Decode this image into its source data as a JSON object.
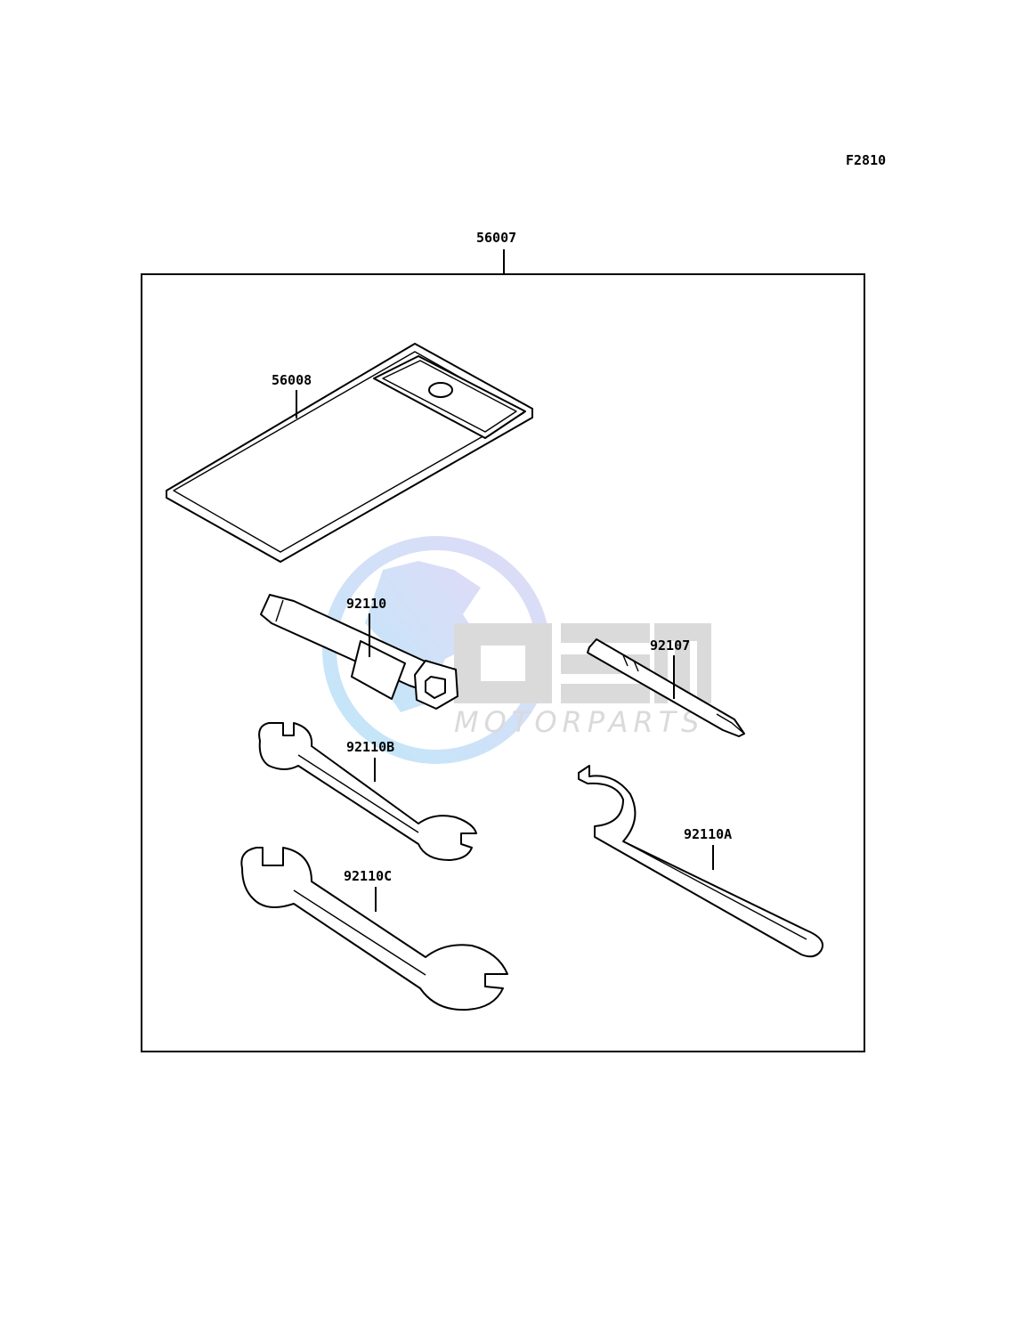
{
  "figure_code": "F2810",
  "parts": {
    "kit": "56007",
    "case": "56008",
    "box_wrench": "92110",
    "screwdriver": "92107",
    "wrench_b": "92110B",
    "wrench_c": "92110C",
    "hook_wrench": "92110A"
  },
  "watermark": {
    "logo_text": "OSM",
    "sub_text": "MOTORPARTS",
    "colors": {
      "globe_blue": "#8fd3f4",
      "globe_violet": "#b9b3f0",
      "logo_gray": "#c9c9c9"
    }
  }
}
